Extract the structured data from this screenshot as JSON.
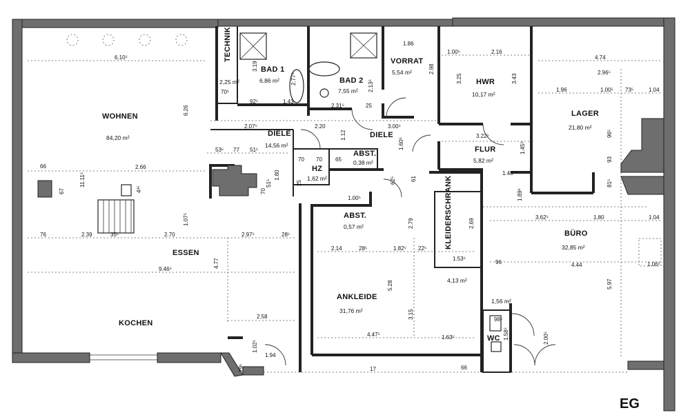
{
  "plan": {
    "floor_label": "EG",
    "rooms": [
      {
        "key": "wohnen",
        "name": "WOHNEN",
        "area": "84,20 m²"
      },
      {
        "key": "essen",
        "name": "ESSEN",
        "area": ""
      },
      {
        "key": "kochen",
        "name": "KOCHEN",
        "area": ""
      },
      {
        "key": "technik",
        "name": "TECHNIK",
        "area": "2,25 m²"
      },
      {
        "key": "bad1",
        "name": "BAD 1",
        "area": "6,86 m²"
      },
      {
        "key": "bad2",
        "name": "BAD 2",
        "area": "7,55 m²"
      },
      {
        "key": "vorrat",
        "name": "VORRAT",
        "area": "5,54 m²"
      },
      {
        "key": "hwr",
        "name": "HWR",
        "area": "10,17 m²"
      },
      {
        "key": "lager",
        "name": "LAGER",
        "area": "21,80 m²"
      },
      {
        "key": "diele1",
        "name": "DIELE",
        "area": "14,56 m²"
      },
      {
        "key": "diele2",
        "name": "DIELE",
        "area": ""
      },
      {
        "key": "abst1",
        "name": "ABST.",
        "area": "0,38 m²"
      },
      {
        "key": "hz",
        "name": "HZ",
        "area": "1,62 m²"
      },
      {
        "key": "flur",
        "name": "FLUR",
        "area": "5,82 m²"
      },
      {
        "key": "abst2",
        "name": "ABST.",
        "area": "0,57 m²"
      },
      {
        "key": "kleiderschrank",
        "name": "KLEIDERSCHRANK",
        "area": "4,13 m²"
      },
      {
        "key": "ankleide",
        "name": "ANKLEIDE",
        "area": "31,76 m²"
      },
      {
        "key": "buero",
        "name": "BÜRO",
        "area": "32,85 m²"
      },
      {
        "key": "wc",
        "name": "WC",
        "area": "1,56 m²"
      }
    ],
    "dimensions": [
      "6.10⁵",
      "6.26",
      "11.11⁵",
      "66",
      "67",
      "2.66",
      "4³⁵",
      "1.07⁵",
      "76",
      "2.39",
      "35⁵",
      "2.70",
      "2.97⁵",
      "28⁵",
      "9.46⁵",
      "4.77",
      "2.58",
      "1.02⁵",
      "1.94",
      "29⁵",
      "3.19",
      "70⁵",
      "92⁵",
      "2.77⁵",
      "1.43",
      "2.31⁵",
      "2.13⁵",
      "25",
      "1.86",
      "2.98",
      "1.00⁵",
      "2.16",
      "3.25",
      "3.43",
      "4.74",
      "2.96⁵",
      "1.96",
      "1.00⁵",
      "73⁵",
      "1.04",
      "2.07⁵",
      "2.20",
      "3.00⁵",
      "1.12",
      "1.60⁵",
      "3.22⁵",
      "1.45⁵",
      "96⁵",
      "93",
      "81⁵",
      "53⁵",
      "77",
      "51⁵",
      "51⁵",
      "1.80",
      "70",
      "70",
      "70",
      "65",
      "25",
      "1.00⁵",
      "62⁵",
      "61",
      "1.46⁵",
      "1.89⁵",
      "3.62⁵",
      "1.80",
      "1.04",
      "2.79",
      "2.69",
      "2.14",
      "28⁵",
      "1.82⁵",
      "22⁵",
      "1.53⁵",
      "96",
      "4.44",
      "1.06⁵",
      "5.28",
      "5.97",
      "3.15",
      "4.47⁵",
      "1.63⁵",
      "98⁵",
      "1.58⁵",
      "2.00⁵",
      "66",
      "17"
    ]
  }
}
